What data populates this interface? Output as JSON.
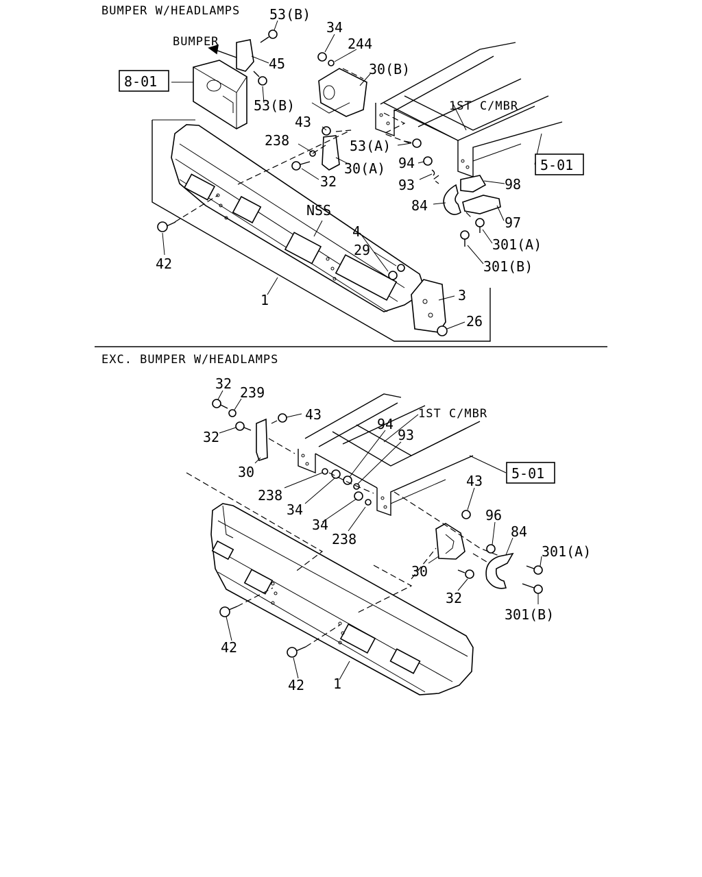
{
  "sections": [
    {
      "title": "BUMPER W/HEADLAMPS",
      "ref_boxes": [
        "8-01",
        "5-01"
      ],
      "callouts": {
        "c53b_top": "53(B)",
        "bumper_arrow": "BUMPER",
        "c45": "45",
        "c53b_bot": "53(B)",
        "c34": "34",
        "c244": "244",
        "c30b": "30(B)",
        "c1stcmbr": "1ST C/MBR",
        "c43": "43",
        "c238": "238",
        "c53a": "53(A)",
        "c30a": "30(A)",
        "c32": "32",
        "c94": "94",
        "c93": "93",
        "c98": "98",
        "c84": "84",
        "c97": "97",
        "c301a": "301(A)",
        "c301b": "301(B)",
        "cnss": "NSS",
        "c4": "4",
        "c29": "29",
        "c42": "42",
        "c1": "1",
        "c3": "3",
        "c26": "26"
      }
    },
    {
      "title": "EXC. BUMPER W/HEADLAMPS",
      "ref_boxes": [
        "5-01"
      ],
      "callouts": {
        "c32a": "32",
        "c239": "239",
        "c43a": "43",
        "c32b": "32",
        "c30a": "30",
        "c94": "94",
        "c93": "93",
        "c1stcmbr": "1ST C/MBR",
        "c238a": "238",
        "c34a": "34",
        "c34b": "34",
        "c238b": "238",
        "c43b": "43",
        "c96": "96",
        "c84": "84",
        "c301a": "301(A)",
        "c30b": "30",
        "c32c": "32",
        "c301b": "301(B)",
        "c42a": "42",
        "c42b": "42",
        "c1": "1"
      }
    }
  ]
}
